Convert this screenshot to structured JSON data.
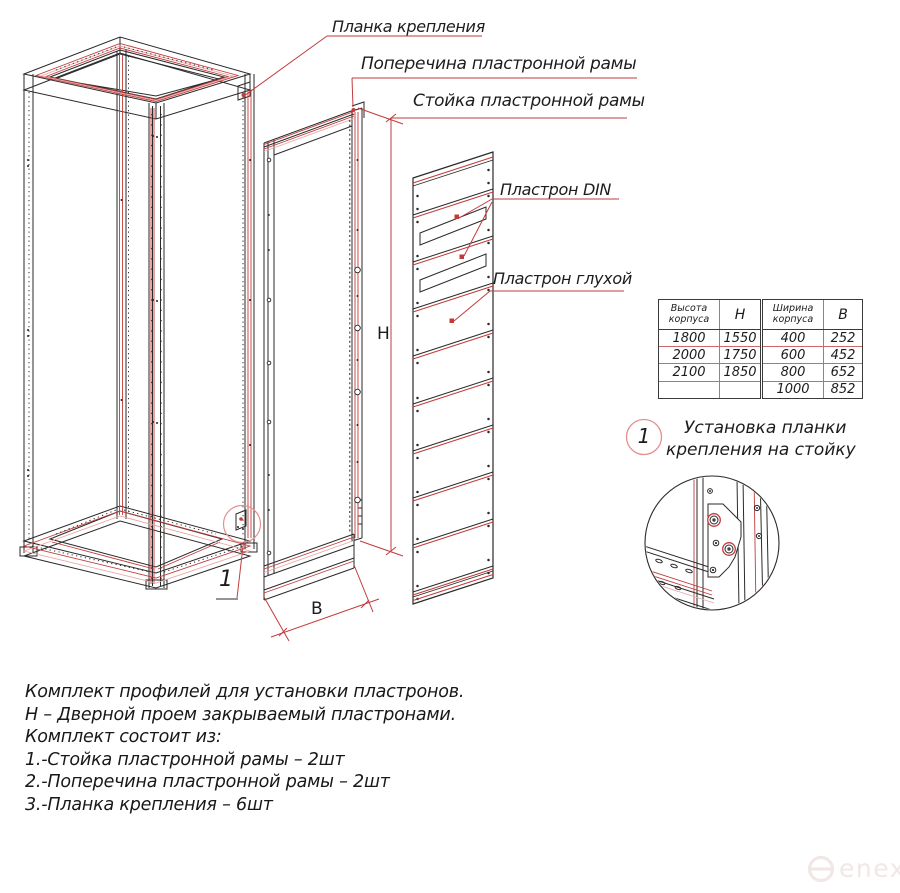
{
  "labels": {
    "planka": "Планка крепления",
    "poperechina": "Поперечина пластронной рамы",
    "stoyka": "Стойка пластронной рамы",
    "plastron_din": "Пластрон DIN",
    "plastron_gluhoy": "Пластрон глухой"
  },
  "dimensions": {
    "height_letter": "H",
    "width_letter": "B"
  },
  "detail_marker": {
    "number": "1"
  },
  "callout": {
    "number": "1",
    "line1": "Установка планки",
    "line2": "крепления на стойку"
  },
  "tables": {
    "height": {
      "col1_header": "Высота корпуса",
      "col2_header": "H",
      "rows": [
        [
          "1800",
          "1550"
        ],
        [
          "2000",
          "1750"
        ],
        [
          "2100",
          "1850"
        ],
        [
          "",
          ""
        ]
      ]
    },
    "width": {
      "col1_header": "Ширина корпуса",
      "col2_header": "B",
      "rows": [
        [
          "400",
          "252"
        ],
        [
          "600",
          "452"
        ],
        [
          "800",
          "652"
        ],
        [
          "1000",
          "852"
        ]
      ]
    }
  },
  "notes": {
    "lines": [
      "Комплект профилей для установки пластронов.",
      "Н – Дверной проем закрываемый пластронами.",
      "Комплект состоит из:",
      "1.-Стойка пластронной рамы – 2шт",
      "2.-Поперечина пластронной рамы – 2шт",
      "3.-Планка крепления – 6шт"
    ]
  },
  "logo": {
    "text": "enex"
  },
  "colors": {
    "line": "#2a2a2a",
    "accent_red": "#c23b3b",
    "accent_pink": "#eaa6a6",
    "detail_circle": "#e59090",
    "table_grid": "#cc6a6a",
    "logo": "#f2e7e7"
  }
}
